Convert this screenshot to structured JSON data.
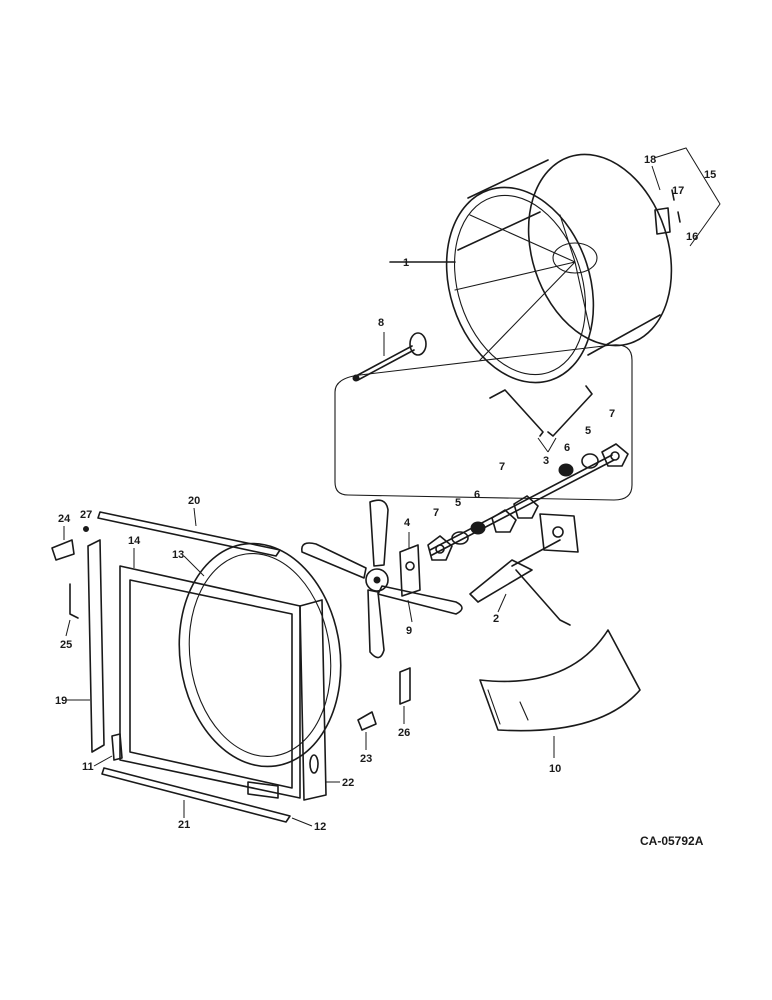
{
  "drawing_number": "CA-05792A",
  "callouts": [
    "1",
    "2",
    "3",
    "4",
    "5",
    "6",
    "7",
    "8",
    "9",
    "10",
    "11",
    "12",
    "13",
    "14",
    "15",
    "16",
    "17",
    "18",
    "19",
    "20",
    "21",
    "22",
    "23",
    "24",
    "25",
    "26",
    "27"
  ]
}
